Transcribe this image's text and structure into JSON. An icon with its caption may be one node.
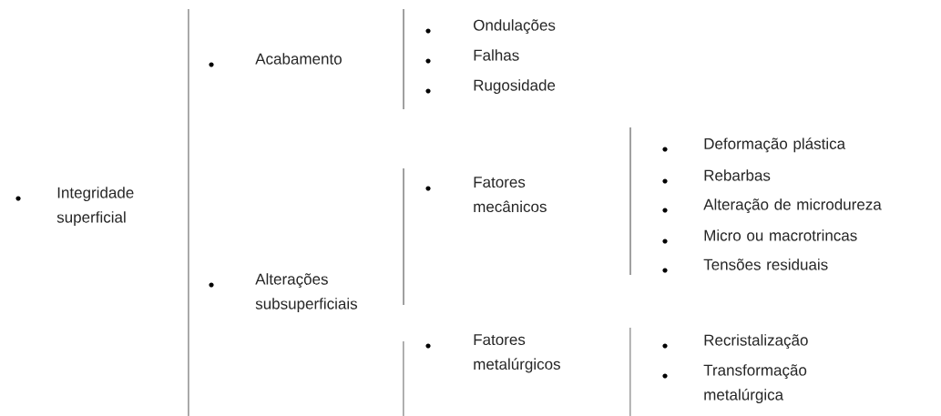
{
  "diagram": {
    "labels": [
      "Integridade superficial",
      "Acabamento",
      "Ondulações",
      "Falhas",
      "Rugosidade",
      "Deformação plástica",
      "Fatores mecânicos",
      "Rebarbas",
      "Alteração de microdureza",
      "Micro ou macrotrincas",
      "Alterações subsuperficiais",
      "Tensões residuais",
      "Fatores metalúrgicos",
      "Recristalização",
      "Transformação metalúrgica"
    ]
  }
}
